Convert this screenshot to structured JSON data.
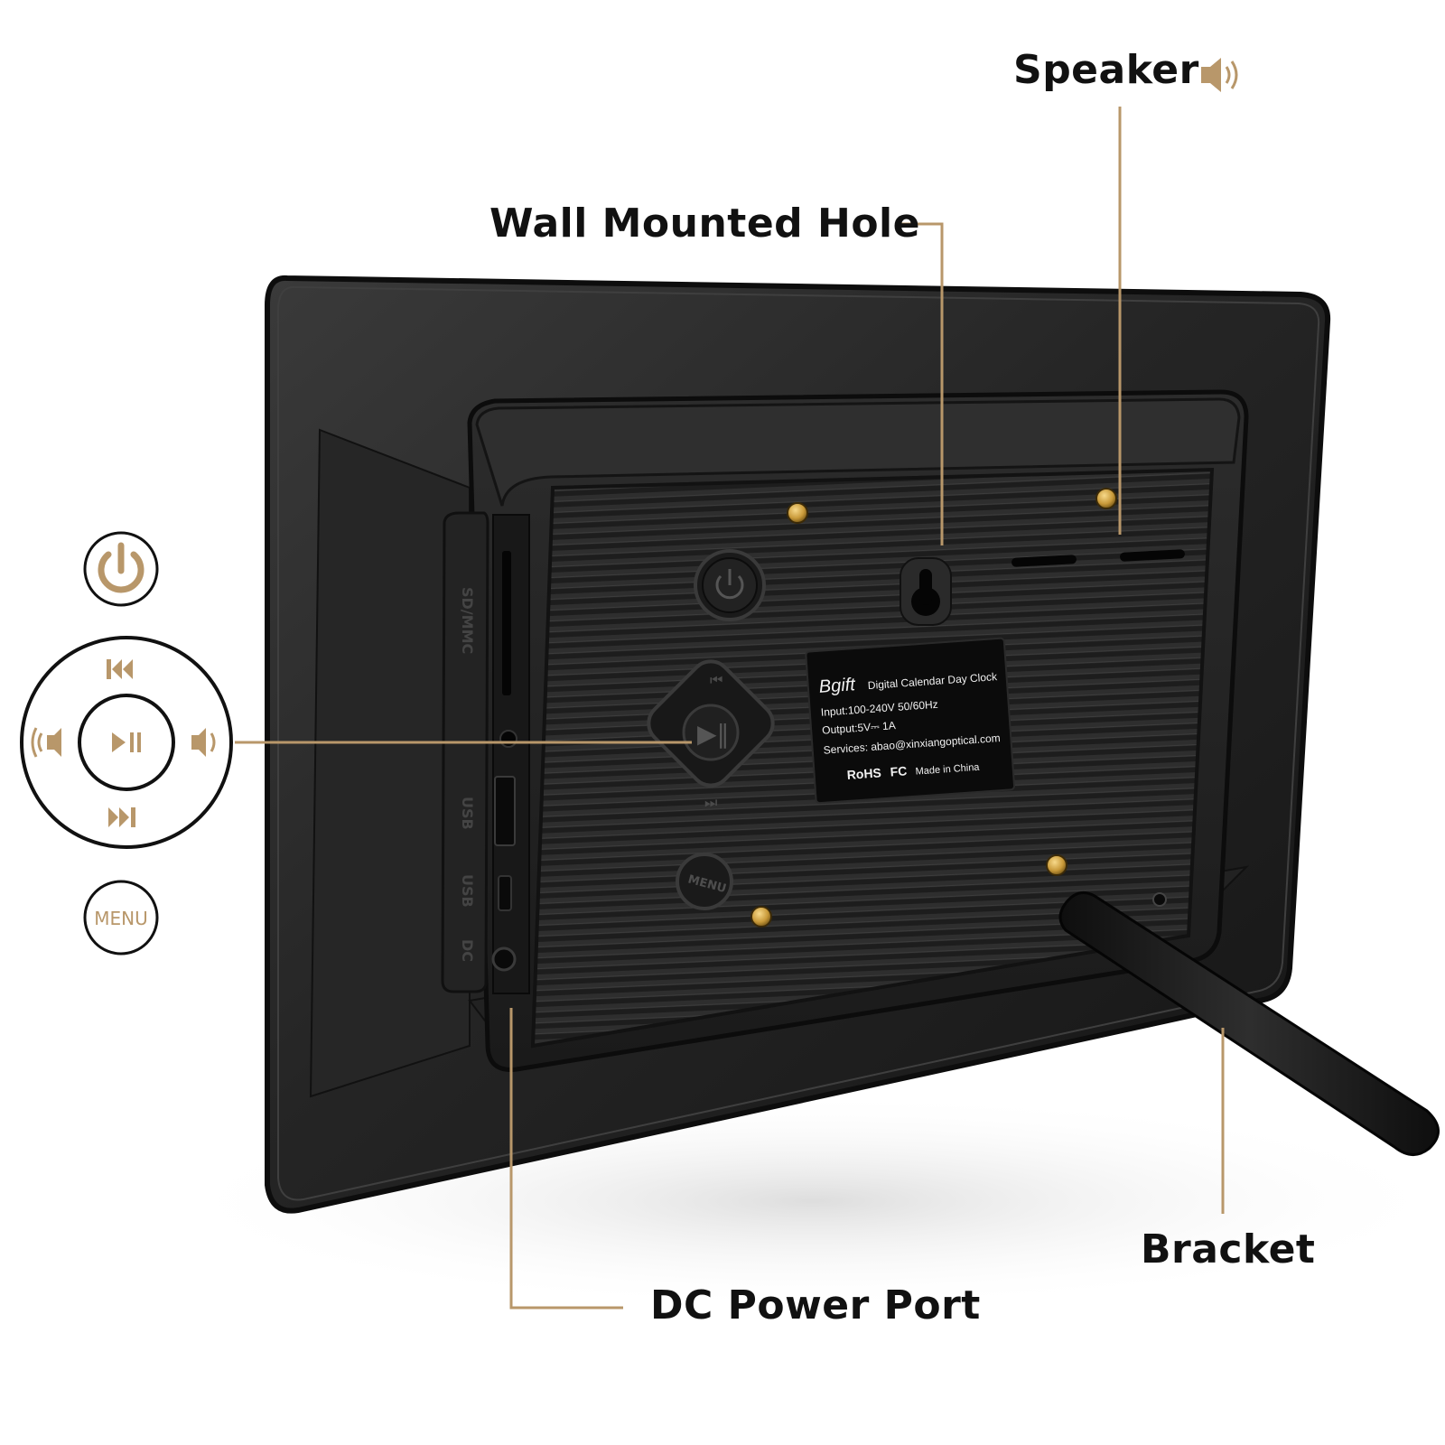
{
  "colors": {
    "accent_gold": "#b8976a",
    "device_black": "#1c1c1c",
    "label_plate": "#0b0b0b",
    "text_dark": "#111111"
  },
  "callouts": {
    "speaker": "Speaker",
    "wall_mounted_hole": "Wall Mounted Hole",
    "dc_power_port": "DC Power Port",
    "bracket": "Bracket"
  },
  "legend": {
    "power_icon": "power-icon",
    "menu_label": "MENU",
    "prev_icon": "previous-track-icon",
    "next_icon": "next-track-icon",
    "play_pause_icon": "play-pause-icon",
    "volume_down_icon": "volume-down-icon",
    "volume_up_icon": "volume-up-icon",
    "speaker_icon": "speaker-icon"
  },
  "device": {
    "side_ports": [
      "SD/MMC",
      "USB",
      "USB",
      "DC"
    ],
    "back_menu_button": "MENU",
    "label_plate": {
      "brand": "Bgift",
      "product": "Digital Calendar Day Clock",
      "input": "Input:100-240V 50/60Hz",
      "output": "Output:5V⎓ 1A",
      "services": "Services: abao@xinxiangoptical.com",
      "rohs": "RoHS",
      "fc": "FC",
      "origin": "Made in China"
    }
  }
}
